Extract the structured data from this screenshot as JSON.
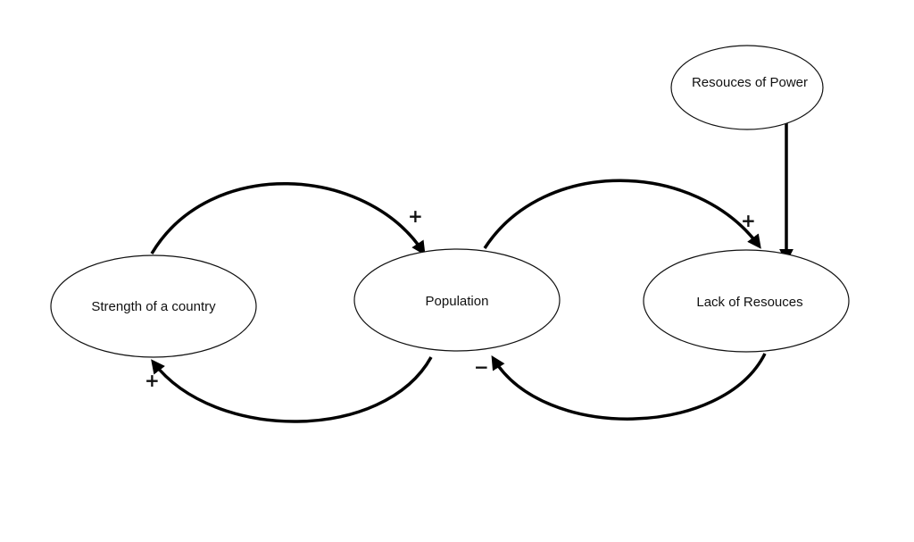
{
  "nodes": {
    "strength": {
      "label": "Strength of a country"
    },
    "population": {
      "label": "Population"
    },
    "lack": {
      "label": "Lack of Resouces"
    },
    "power": {
      "label": "Resouces of Power"
    }
  },
  "edges": {
    "strength_to_population": {
      "sign": "+"
    },
    "population_to_strength": {
      "sign": "+"
    },
    "population_to_lack": {
      "sign": "+"
    },
    "lack_to_population": {
      "sign": "−"
    },
    "power_to_lack": {
      "sign": ""
    }
  },
  "colors": {
    "stroke": "#000000",
    "background": "#ffffff"
  }
}
